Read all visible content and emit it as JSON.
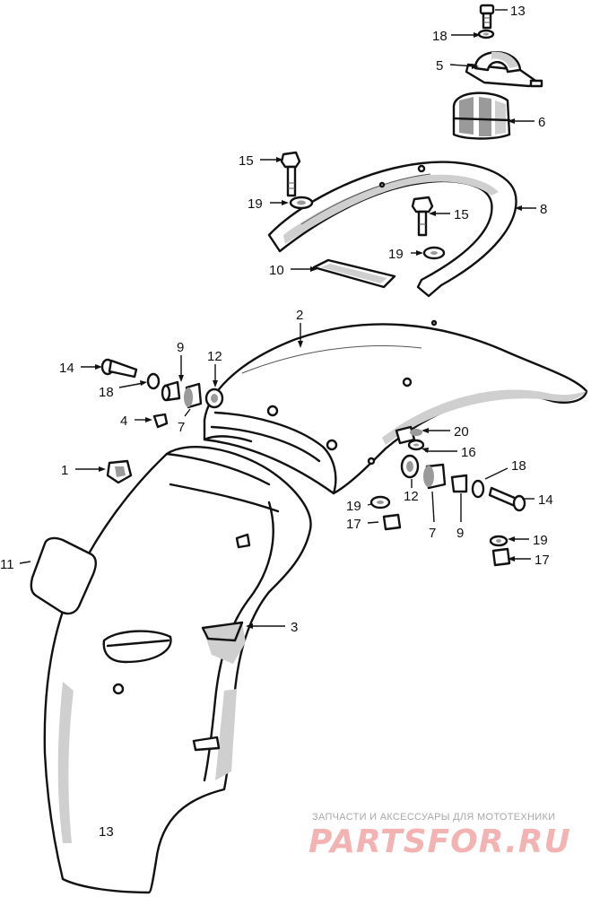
{
  "callouts": [
    {
      "id": "c13a",
      "text": "13"
    },
    {
      "id": "c18a",
      "text": "18"
    },
    {
      "id": "c5",
      "text": "5"
    },
    {
      "id": "c6",
      "text": "6"
    },
    {
      "id": "c15a",
      "text": "15"
    },
    {
      "id": "c8",
      "text": "8"
    },
    {
      "id": "c19a",
      "text": "19"
    },
    {
      "id": "c15b",
      "text": "15"
    },
    {
      "id": "c19b",
      "text": "19"
    },
    {
      "id": "c10",
      "text": "10"
    },
    {
      "id": "c2",
      "text": "2"
    },
    {
      "id": "c9a",
      "text": "9"
    },
    {
      "id": "c12a",
      "text": "12"
    },
    {
      "id": "c14a",
      "text": "14"
    },
    {
      "id": "c18b",
      "text": "18"
    },
    {
      "id": "c4",
      "text": "4"
    },
    {
      "id": "c7a",
      "text": "7"
    },
    {
      "id": "c20",
      "text": "20"
    },
    {
      "id": "c16",
      "text": "16"
    },
    {
      "id": "c1",
      "text": "1"
    },
    {
      "id": "c18c",
      "text": "18"
    },
    {
      "id": "c19c",
      "text": "19"
    },
    {
      "id": "c12b",
      "text": "12"
    },
    {
      "id": "c14b",
      "text": "14"
    },
    {
      "id": "c17a",
      "text": "17"
    },
    {
      "id": "c7b",
      "text": "7"
    },
    {
      "id": "c9b",
      "text": "9"
    },
    {
      "id": "c19d",
      "text": "19"
    },
    {
      "id": "c11",
      "text": "11"
    },
    {
      "id": "c17b",
      "text": "17"
    },
    {
      "id": "c3",
      "text": "3"
    },
    {
      "id": "c13b",
      "text": "13"
    }
  ],
  "watermark": {
    "tagline": "ЗАПЧАСТИ И АКСЕССУАРЫ ДЛЯ МОТОТЕХНИКИ",
    "logo": "PARTSFOR.RU"
  }
}
